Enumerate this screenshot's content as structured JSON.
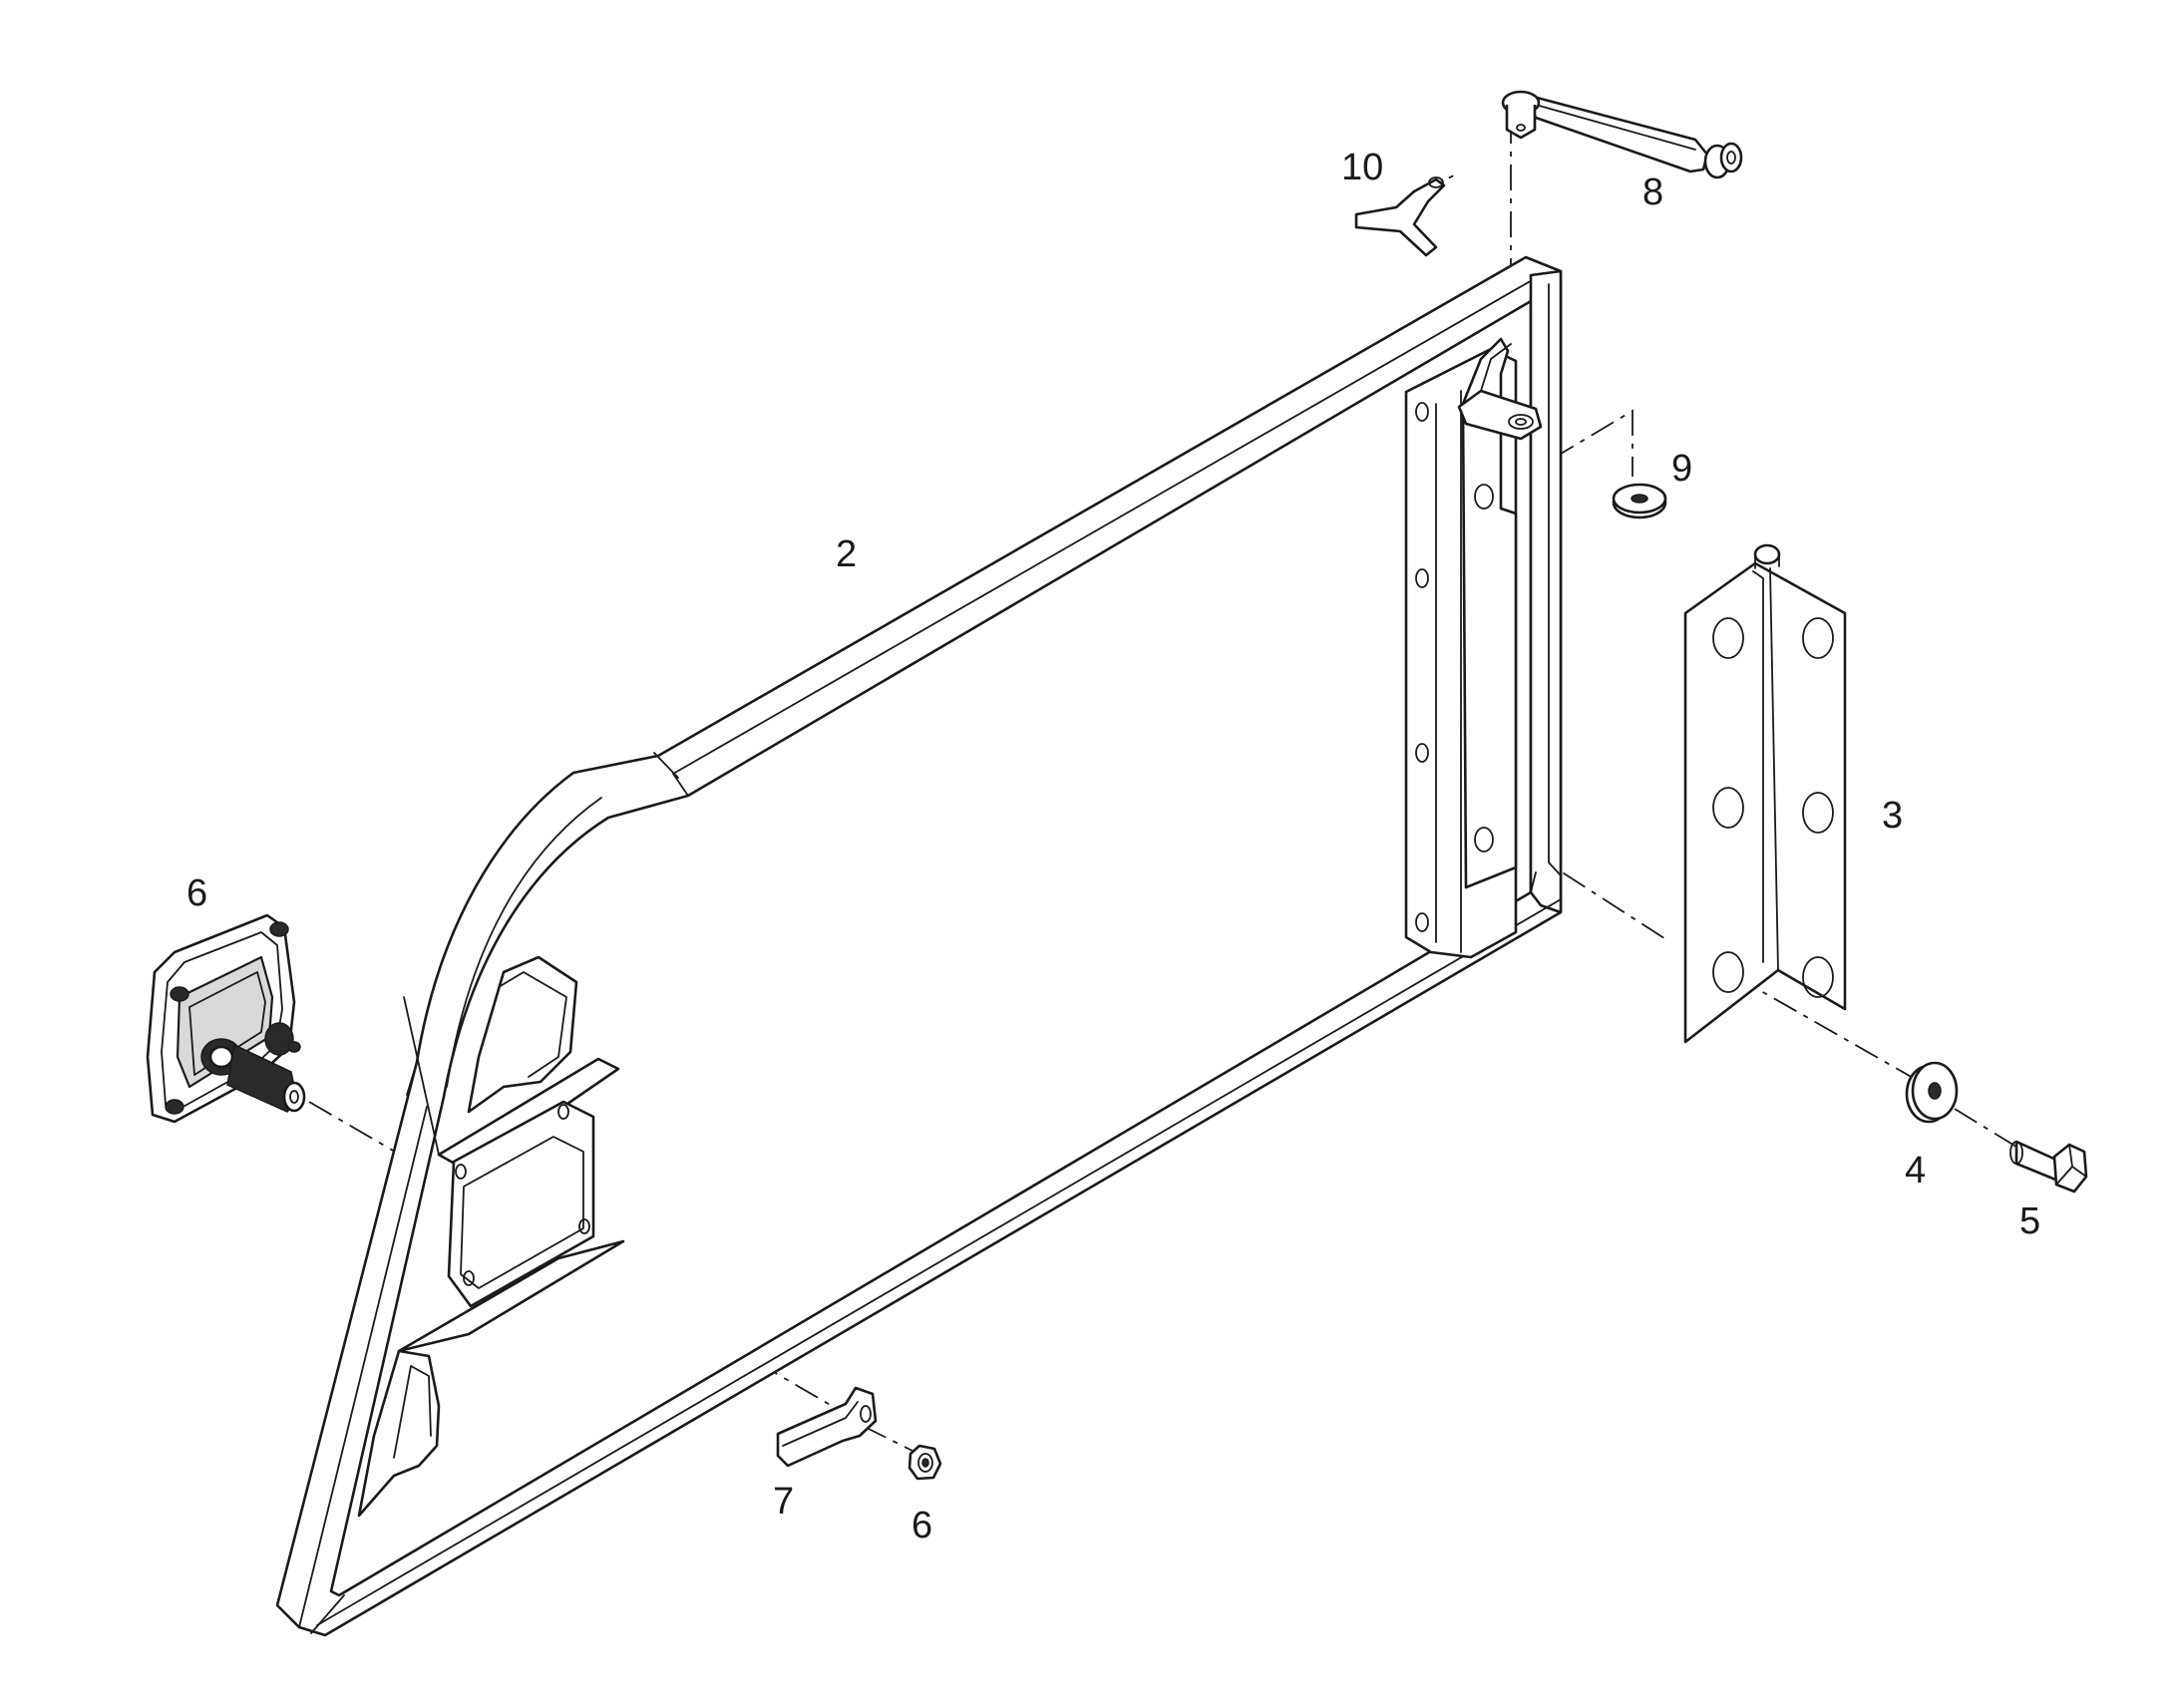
{
  "callouts": {
    "frame": "2",
    "hinge_angle": "3",
    "washer_large": "4",
    "bolt": "5",
    "lamp": "6",
    "nut": "6",
    "bracket": "7",
    "hinge_pin": "8",
    "washer_small": "9",
    "cotter_pin": "10"
  }
}
